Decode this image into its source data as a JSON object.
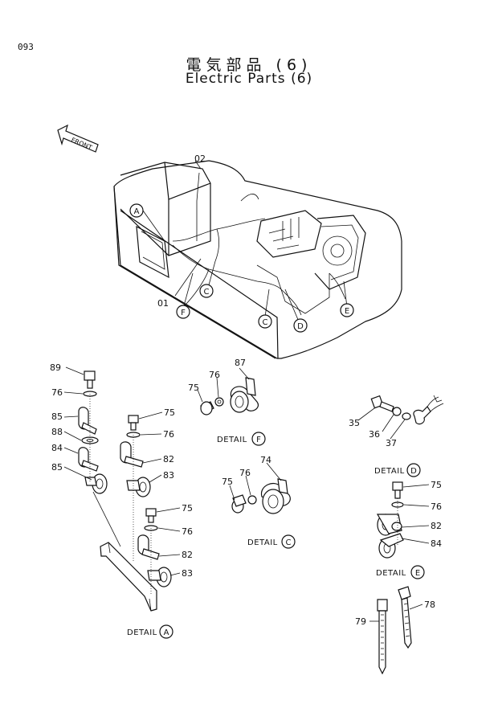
{
  "page_number": "093",
  "title_jp": "電気部品 (6)",
  "title_en": "Electric Parts (6)",
  "front_label": "FRONT",
  "overview": {
    "part_labels": [
      "02",
      "01"
    ],
    "detail_markers": [
      "A",
      "C",
      "F",
      "C",
      "D",
      "E"
    ]
  },
  "detail_a": {
    "label": "DETAIL",
    "marker": "A",
    "parts": [
      "89",
      "76",
      "85",
      "88",
      "84",
      "85",
      "75",
      "76",
      "82",
      "83",
      "75",
      "76",
      "82",
      "83"
    ]
  },
  "detail_f": {
    "label": "DETAIL",
    "marker": "F",
    "parts": [
      "87",
      "76",
      "75"
    ]
  },
  "detail_c": {
    "label": "DETAIL",
    "marker": "C",
    "parts": [
      "74",
      "76",
      "75"
    ]
  },
  "detail_d": {
    "label": "DETAIL",
    "marker": "D",
    "parts": [
      "35",
      "36",
      "37"
    ]
  },
  "detail_e": {
    "label": "DETAIL",
    "marker": "E",
    "parts": [
      "75",
      "76",
      "82",
      "84"
    ]
  },
  "ties": {
    "parts": [
      "79",
      "78"
    ]
  }
}
